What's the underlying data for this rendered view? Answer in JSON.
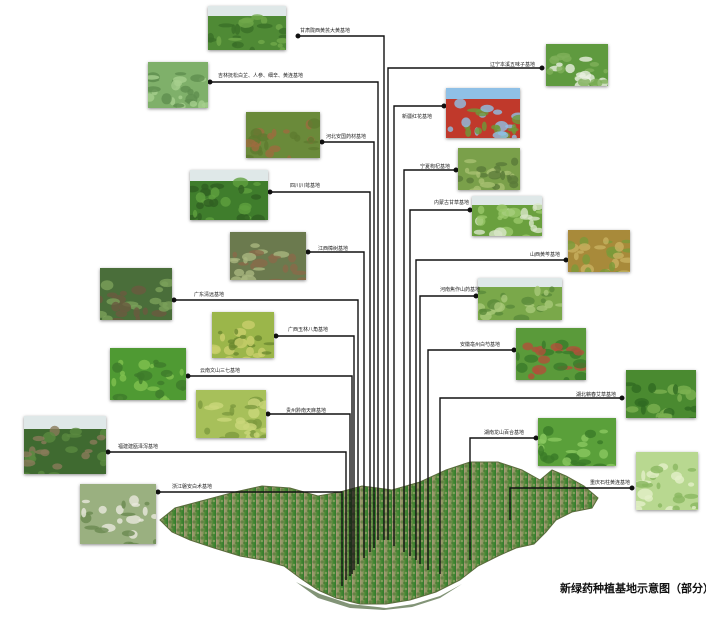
{
  "title": "新绿药种植基地示意图（部分）",
  "bases": [
    {
      "label": "甘肃陇西黄芪大黄基地",
      "photo": "field-rows-with-markers"
    },
    {
      "label": "吉林抚松白芷、人参、细辛、黄连基地",
      "photo": "broad-leaf-plants"
    },
    {
      "label": "河北安国药材基地",
      "photo": "hillside-herb-patch"
    },
    {
      "label": "四川川芎基地",
      "photo": "dense-green-rows"
    },
    {
      "label": "江西樟树基地",
      "photo": "seedling-bed"
    },
    {
      "label": "广东清远基地",
      "photo": "tree-orchard"
    },
    {
      "label": "广西玉林八角基地",
      "photo": "shrub-closeup"
    },
    {
      "label": "云南文山三七基地",
      "photo": "green-shrubs"
    },
    {
      "label": "贵州黔南天麻基地",
      "photo": "yellow-green-bushes"
    },
    {
      "label": "福建建瓯泽泻基地",
      "photo": "tea-terraces"
    },
    {
      "label": "浙江磐安白术基地",
      "photo": "birch-grove"
    },
    {
      "label": "辽宁本溪五味子基地",
      "photo": "white-flower-plants"
    },
    {
      "label": "新疆红花基地",
      "photo": "red-flower-field"
    },
    {
      "label": "宁夏枸杞基地",
      "photo": "hillside-plants"
    },
    {
      "label": "内蒙古甘草基地",
      "photo": "flat-green-field"
    },
    {
      "label": "山西黄芩基地",
      "photo": "leafy-closeup"
    },
    {
      "label": "河南焦作山药基地",
      "photo": "open-plain-field"
    },
    {
      "label": "安徽亳州白芍基地",
      "photo": "red-green-patch"
    },
    {
      "label": "湖北蕲春艾草基地",
      "photo": "low-ground-cover"
    },
    {
      "label": "湖南龙山百合基地",
      "photo": "tall-green-bushes"
    },
    {
      "label": "重庆石柱黄连基地",
      "photo": "leaf-closeup-light"
    }
  ]
}
